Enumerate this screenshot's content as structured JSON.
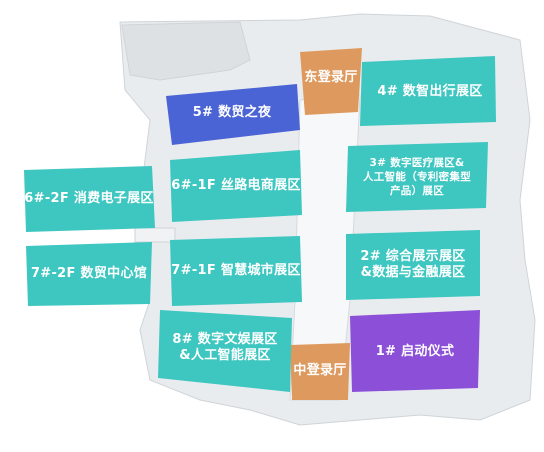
{
  "halls": {
    "hall5": {
      "label": "5# 数贸之夜",
      "color": "#4a64d6"
    },
    "hall4": {
      "label": "4# 数智出行展区",
      "color": "#3ec6c0"
    },
    "hall6_1f": {
      "label": "6#-1F 丝路电商展区",
      "color": "#3ec6c0"
    },
    "hall3": {
      "line1": "3# 数字医疗展区&",
      "line2": "人工智能（专利密集型",
      "line3": "产品）展区",
      "color": "#3ec6c0"
    },
    "hall6_2f": {
      "label": "6#-2F 消费电子展区",
      "color": "#3ec6c0"
    },
    "hall7_2f": {
      "label": "7#-2F 数贸中心馆",
      "color": "#3ec6c0"
    },
    "hall7_1f": {
      "label": "7#-1F 智慧城市展区",
      "color": "#3ec6c0"
    },
    "hall2": {
      "line1": "2# 综合展示展区",
      "line2": "&数据与金融展区",
      "color": "#3ec6c0"
    },
    "hall8": {
      "line1": "8# 数字文娱展区",
      "line2": "&人工智能展区",
      "color": "#3ec6c0"
    },
    "hall1": {
      "label": "1# 启动仪式",
      "color": "#8b4fd8"
    }
  },
  "lobbies": {
    "east": {
      "label": "东登录厅",
      "color": "#de9a5e"
    },
    "middle": {
      "label": "中登录厅",
      "color": "#de9a5e"
    }
  },
  "colors": {
    "ground": "#e9ecee",
    "road": "#f7f8f9",
    "outline": "#cfd4d8"
  }
}
